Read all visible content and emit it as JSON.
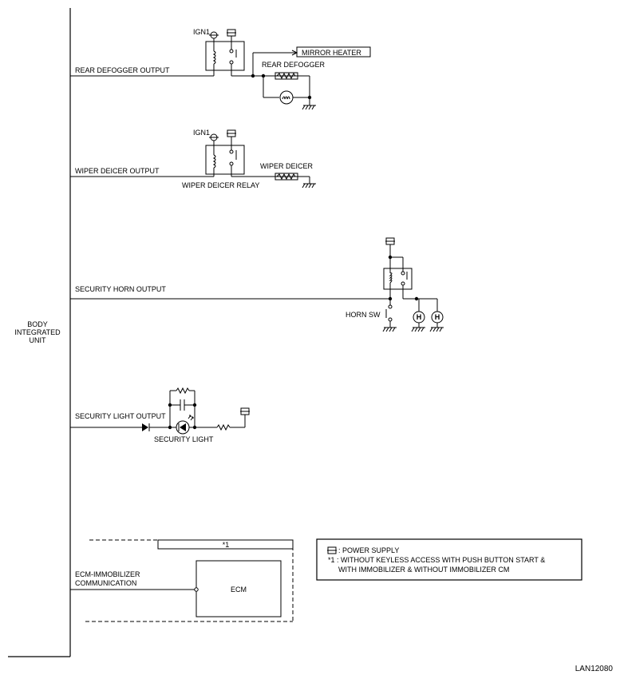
{
  "unit": {
    "label_lines": [
      "BODY",
      "INTEGRATED",
      "UNIT"
    ]
  },
  "rear_defogger": {
    "output_label": "REAR DEFOGGER OUTPUT",
    "ign": "IGN1",
    "mirror_heater": "MIRROR HEATER",
    "defogger": "REAR DEFOGGER"
  },
  "wiper_deicer": {
    "output_label": "WIPER DEICER OUTPUT",
    "ign": "IGN1",
    "deicer": "WIPER DEICER",
    "relay": "WIPER DEICER RELAY"
  },
  "security_horn": {
    "output_label": "SECURITY HORN OUTPUT",
    "horn_sw": "HORN SW",
    "horn_symbol": "H"
  },
  "security_light": {
    "output_label": "SECURITY LIGHT OUTPUT",
    "light": "SECURITY LIGHT"
  },
  "ecm": {
    "comm_lines": [
      "ECM-IMMOBILIZER",
      "COMMUNICATION"
    ],
    "box_label": "ECM",
    "note_tag": "*1"
  },
  "legend": {
    "power_supply": ": POWER SUPPLY",
    "note_line1": "*1 : WITHOUT KEYLESS ACCESS WITH PUSH BUTTON START &",
    "note_line2": "WITH IMMOBILIZER & WITHOUT IMMOBILIZER CM"
  },
  "figure_id": "LAN12080"
}
